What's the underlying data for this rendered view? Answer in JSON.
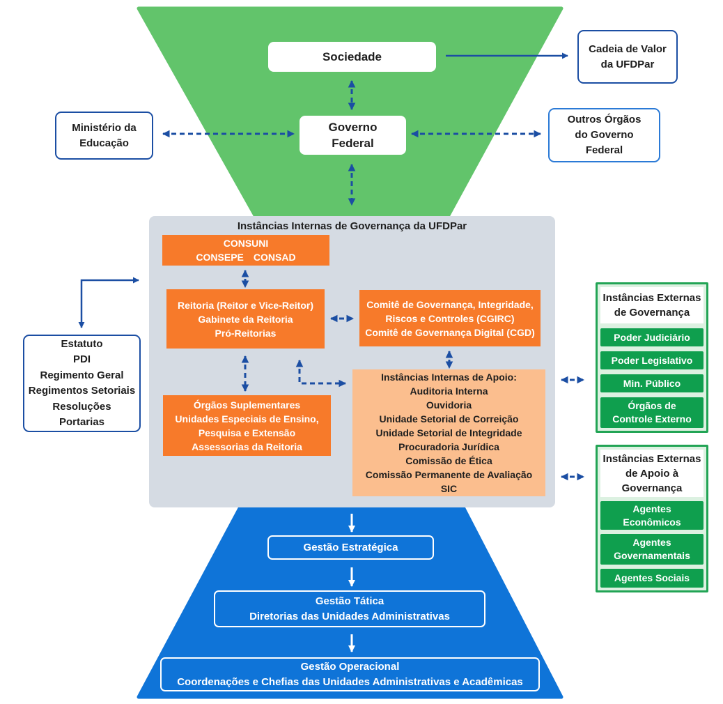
{
  "colors": {
    "green_funnel": "#62c46b",
    "blue_funnel": "#0f74d8",
    "gray_panel": "#d5dbe3",
    "orange": "#f77a2a",
    "light_orange": "#fbbe8e",
    "dark_blue": "#1b4ea3",
    "light_blue": "#2b7ad6",
    "ext_green": "#0f9f4e",
    "ext_green_border": "#22a455"
  },
  "top": {
    "sociedade": "Sociedade",
    "cadeia_valor": [
      "Cadeia de Valor",
      "da UFDPar"
    ],
    "governo_federal": [
      "Governo",
      "Federal"
    ],
    "ministerio": [
      "Ministério da",
      "Educação"
    ],
    "outros_orgaos": [
      "Outros Órgãos",
      "do Governo",
      "Federal"
    ]
  },
  "internas": {
    "title": "Instâncias Internas de Governança da UFDPar",
    "conselhos": {
      "line1": "CONSUNI",
      "line2": [
        "CONSEPE",
        "CONSAD"
      ]
    },
    "reitoria": [
      "Reitoria (Reitor e Vice-Reitor)",
      "Gabinete da Reitoria",
      "Pró-Reitorias"
    ],
    "comites": [
      "Comitê de Governança, Integridade,",
      "Riscos e Controles (CGIRC)",
      "Comitê de Governança Digital (CGD)"
    ],
    "orgaos": [
      "Órgãos Suplementares",
      "Unidades Especiais de Ensino,",
      "Pesquisa e Extensão",
      "Assessorias da Reitoria"
    ],
    "apoio": {
      "heading": "Instâncias Internas de Apoio:",
      "items": [
        "Auditoria Interna",
        "Ouvidoria",
        "Unidade Setorial de Correição",
        "Unidade Setorial de Integridade",
        "Procuradoria Jurídica",
        "Comissão de Ética",
        "Comissão Permanente de Avaliação",
        "SIC"
      ]
    }
  },
  "normativos": [
    "Estatuto",
    "PDI",
    "Regimento Geral",
    "Regimentos Setoriais",
    "Resoluções",
    "Portarias"
  ],
  "externas_governanca": {
    "heading": [
      "Instâncias Externas",
      "de Governança"
    ],
    "items": [
      [
        "Poder Judiciário"
      ],
      [
        "Poder Legislativo"
      ],
      [
        "Min. Público"
      ],
      [
        "Órgãos de",
        "Controle Externo"
      ]
    ]
  },
  "externas_apoio": {
    "heading": [
      "Instâncias Externas",
      "de Apoio à",
      "Governança"
    ],
    "items": [
      [
        "Agentes",
        "Econômicos"
      ],
      [
        "Agentes",
        "Governamentais"
      ],
      [
        "Agentes Sociais"
      ]
    ]
  },
  "gestao": {
    "estrategica": [
      "Gestão Estratégica"
    ],
    "tatica": [
      "Gestão Tática",
      "Diretorias das Unidades Administrativas"
    ],
    "operacional": [
      "Gestão Operacional",
      "Coordenações e Chefias das Unidades Administrativas e Acadêmicas"
    ]
  }
}
